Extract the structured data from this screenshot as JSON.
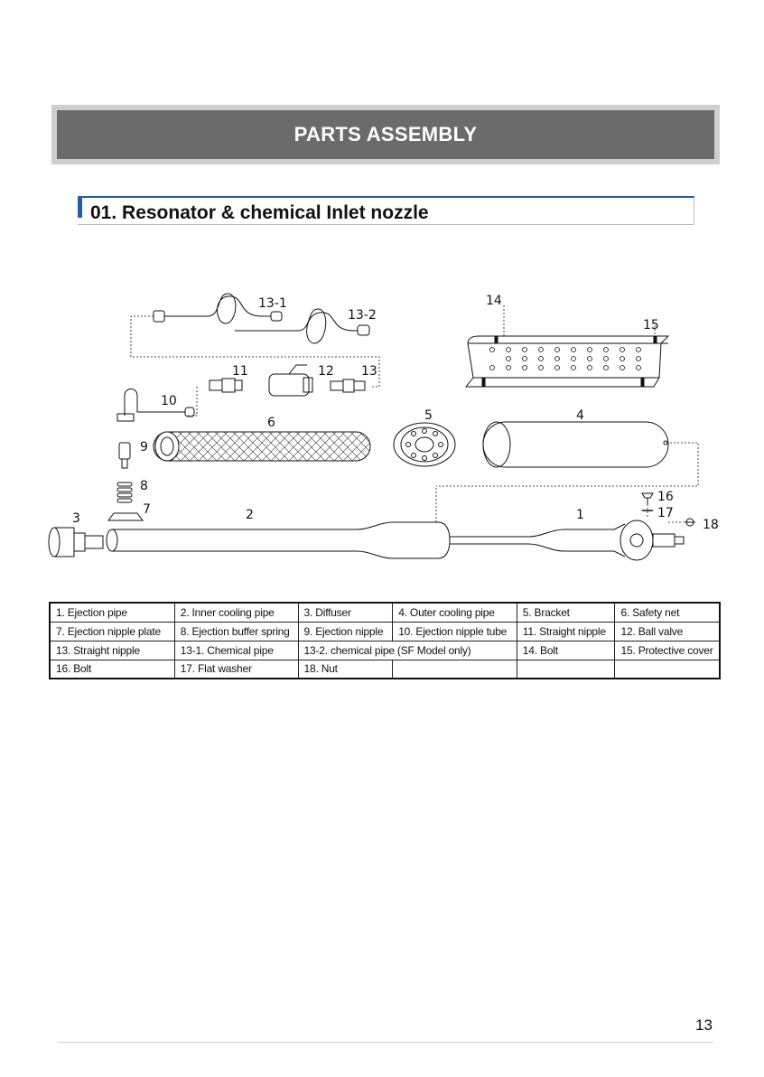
{
  "header": {
    "title": "PARTS ASSEMBLY"
  },
  "section": {
    "title": "01. Resonator  & chemical Inlet nozzle"
  },
  "callouts": {
    "c1": "1",
    "c2": "2",
    "c3": "3",
    "c4": "4",
    "c5": "5",
    "c6": "6",
    "c7": "7",
    "c8": "8",
    "c9": "9",
    "c10": "10",
    "c11": "11",
    "c12": "12",
    "c13": "13",
    "c13_1": "13-1",
    "c13_2": "13-2",
    "c14": "14",
    "c15": "15",
    "c16": "16",
    "c17": "17",
    "c18": "18"
  },
  "parts_table": {
    "rows": [
      [
        "1. Ejection pipe",
        "2. Inner cooling pipe",
        "3. Diffuser",
        "4. Outer cooling pipe",
        "5. Bracket",
        "6. Safety net"
      ],
      [
        "7. Ejection nipple plate",
        "8. Ejection buffer spring",
        "9. Ejection nipple",
        "10. Ejection nipple tube",
        "11. Straight nipple",
        "12. Ball valve"
      ],
      [
        "13. Straight nipple",
        "13-1. Chemical pipe",
        "13-2. chemical pipe  (SF Model only)",
        "14. Bolt",
        "15. Protective cover"
      ],
      [
        "16. Bolt",
        "17. Flat washer",
        "18. Nut",
        "",
        "",
        ""
      ]
    ]
  },
  "footer": {
    "page_number": "13"
  }
}
